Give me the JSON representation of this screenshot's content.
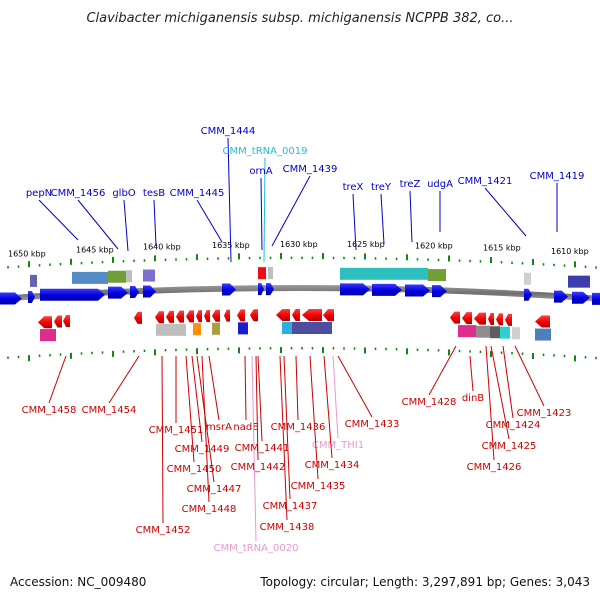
{
  "title": "Clavibacter michiganensis subsp. michiganensis NCPPB 382, co...",
  "footer": {
    "accession": "Accession: NC_009480",
    "topology": "Topology: circular; Length: 3,297,891 bp; Genes: 3,043"
  },
  "colors": {
    "forward_label": "#0000cc",
    "trna_forward_label": "#22bbdd",
    "reverse_label": "#cc0000",
    "reverse_rna_label": "#e898d0",
    "tick": "#118811",
    "backbone": "#808080",
    "forward_gene": "#0000ee",
    "reverse_gene": "#ee0000"
  },
  "scale": {
    "labels": [
      "1650 kbp",
      "1645 kbp",
      "1640 kbp",
      "1635 kbp",
      "1630 kbp",
      "1625 kbp",
      "1620 kbp",
      "1615 kbp",
      "1610 kbp"
    ]
  },
  "forward_labels": [
    {
      "text": "CMM_1444",
      "kind": "gene"
    },
    {
      "text": "CMM_tRNA_0019",
      "kind": "trna"
    },
    {
      "text": "ornA",
      "kind": "gene"
    },
    {
      "text": "CMM_1439",
      "kind": "gene"
    },
    {
      "text": "pepN",
      "kind": "gene"
    },
    {
      "text": "CMM_1456",
      "kind": "gene"
    },
    {
      "text": "glbO",
      "kind": "gene"
    },
    {
      "text": "tesB",
      "kind": "gene"
    },
    {
      "text": "CMM_1445",
      "kind": "gene"
    },
    {
      "text": "treX",
      "kind": "gene"
    },
    {
      "text": "treY",
      "kind": "gene"
    },
    {
      "text": "treZ",
      "kind": "gene"
    },
    {
      "text": "udgA",
      "kind": "gene"
    },
    {
      "text": "CMM_1421",
      "kind": "gene"
    },
    {
      "text": "CMM_1419",
      "kind": "gene"
    }
  ],
  "reverse_labels": [
    {
      "text": "CMM_1458",
      "kind": "gene"
    },
    {
      "text": "CMM_1454",
      "kind": "gene"
    },
    {
      "text": "CMM_1451",
      "kind": "gene"
    },
    {
      "text": "msrA",
      "kind": "gene"
    },
    {
      "text": "nadE",
      "kind": "gene"
    },
    {
      "text": "CMM_1449",
      "kind": "gene"
    },
    {
      "text": "CMM_1450",
      "kind": "gene"
    },
    {
      "text": "CMM_1447",
      "kind": "gene"
    },
    {
      "text": "CMM_1448",
      "kind": "gene"
    },
    {
      "text": "CMM_1452",
      "kind": "gene"
    },
    {
      "text": "CMM_tRNA_0020",
      "kind": "rna"
    },
    {
      "text": "CMM_1441",
      "kind": "gene"
    },
    {
      "text": "CMM_1442",
      "kind": "gene"
    },
    {
      "text": "CMM_1436",
      "kind": "gene"
    },
    {
      "text": "CMM_THI1",
      "kind": "rna"
    },
    {
      "text": "CMM_1433",
      "kind": "gene"
    },
    {
      "text": "CMM_1434",
      "kind": "gene"
    },
    {
      "text": "CMM_1435",
      "kind": "gene"
    },
    {
      "text": "CMM_1437",
      "kind": "gene"
    },
    {
      "text": "CMM_1438",
      "kind": "gene"
    },
    {
      "text": "CMM_1428",
      "kind": "gene"
    },
    {
      "text": "dinB",
      "kind": "gene"
    },
    {
      "text": "CMM_1424",
      "kind": "gene"
    },
    {
      "text": "CMM_1425",
      "kind": "gene"
    },
    {
      "text": "CMM_1426",
      "kind": "gene"
    },
    {
      "text": "CMM_1423",
      "kind": "gene"
    }
  ]
}
